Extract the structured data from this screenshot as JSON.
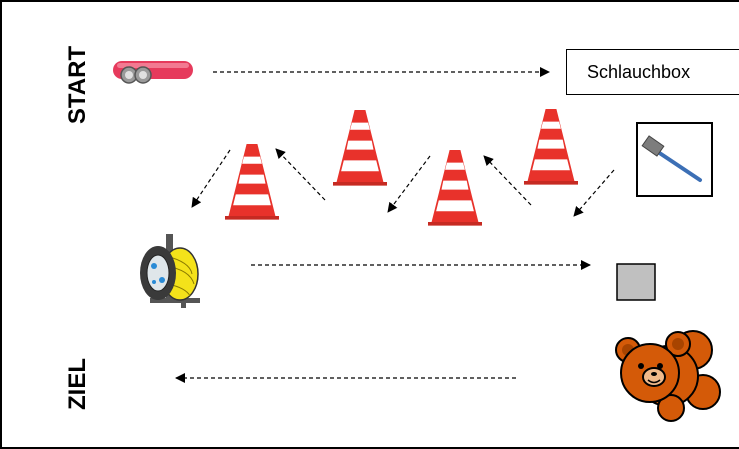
{
  "labels": {
    "start": "START",
    "ziel": "ZIEL",
    "box": "Schlauchbox"
  },
  "stations": [
    {
      "name": "hose-coupling",
      "icon": "hose-coupling-icon"
    },
    {
      "name": "traffic-cone",
      "icon": "traffic-cone-icon"
    },
    {
      "name": "hammer",
      "icon": "hammer-icon"
    },
    {
      "name": "cable-reel",
      "icon": "cable-reel-icon"
    },
    {
      "name": "gray-square",
      "icon": "square-icon"
    },
    {
      "name": "teddy-bear",
      "icon": "teddy-bear-icon"
    }
  ],
  "colors": {
    "cone_red": "#e8322b",
    "cone_white": "#ffffff",
    "coupling_red": "#e63a5c",
    "reel_yellow": "#f4e21a",
    "teddy_orange": "#d45a08",
    "square_gray": "#c0c0c0",
    "hammer_handle": "#3c6fb5"
  }
}
